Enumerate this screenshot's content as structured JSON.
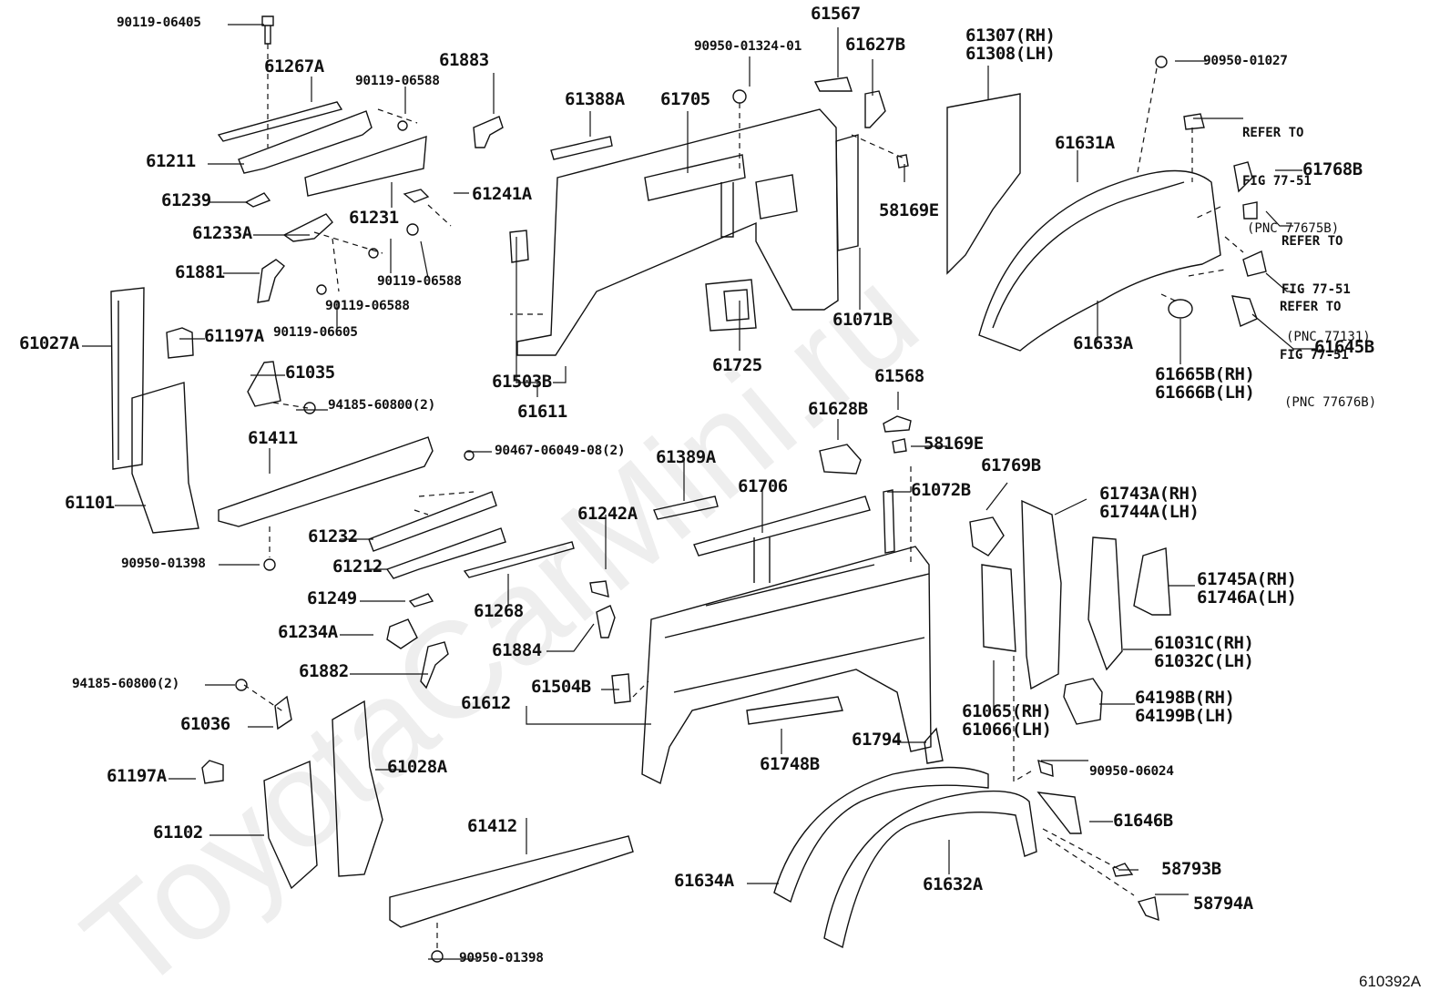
{
  "diagram": {
    "type": "exploded-parts-diagram",
    "watermark": "ToyotaCarMini.ru",
    "figure_id": "610392A",
    "labels": {
      "p90119_06405": "90119-06405",
      "p61267A": "61267A",
      "p90119_06588_a": "90119-06588",
      "p61883": "61883",
      "p61211": "61211",
      "p61239": "61239",
      "p61231": "61231",
      "p61241A": "61241A",
      "p61233A": "61233A",
      "p90119_06588_b": "90119-06588",
      "p61881": "61881",
      "p90119_06588_c": "90119-06588",
      "p90119_06605": "90119-06605",
      "p61027A": "61027A",
      "p61197A_a": "61197A",
      "p61035": "61035",
      "p94185_60800_a": "94185-60800(2)",
      "p61101": "61101",
      "p61411": "61411",
      "p90950_01398_a": "90950-01398",
      "p90467_06049_08": "90467-06049-08(2)",
      "p61232": "61232",
      "p61212": "61212",
      "p61249": "61249",
      "p61234A": "61234A",
      "p61882": "61882",
      "p94185_60800_b": "94185-60800(2)",
      "p61036": "61036",
      "p61197A_b": "61197A",
      "p61028A": "61028A",
      "p61102": "61102",
      "p61412": "61412",
      "p90950_01398_b": "90950-01398",
      "p61567": "61567",
      "p90950_01324_01": "90950-01324-01",
      "p61627B": "61627B",
      "p61388A": "61388A",
      "p61705": "61705",
      "p58169E_a": "58169E",
      "p61071B": "61071B",
      "p61725": "61725",
      "p61503B": "61503B",
      "p61611": "61611",
      "p61568": "61568",
      "p61628B": "61628B",
      "p58169E_b": "58169E",
      "p61389A": "61389A",
      "p61706": "61706",
      "p61242A": "61242A",
      "p61072B": "61072B",
      "p61268": "61268",
      "p61884": "61884",
      "p61504B": "61504B",
      "p61612": "61612",
      "p61748B": "61748B",
      "p61794": "61794",
      "p61634A": "61634A",
      "p61632A": "61632A",
      "p61307_61308": "61307(RH)\n61308(LH)",
      "p90950_01027": "90950-01027",
      "p61631A": "61631A",
      "p61633A": "61633A",
      "p61768B": "61768B",
      "p61645B": "61645B",
      "p61665B_61666B": "61665B(RH)\n61666B(LH)",
      "p61769B": "61769B",
      "p61743A_61744A": "61743A(RH)\n61744A(LH)",
      "p61745A_61746A": "61745A(RH)\n61746A(LH)",
      "p61031C_61032C": "61031C(RH)\n61032C(LH)",
      "p64198B_64199B": "64198B(RH)\n64199B(LH)",
      "p61065_61066": "61065(RH)\n61066(LH)",
      "p90950_06024": "90950-06024",
      "p61646B": "61646B",
      "p58793B": "58793B",
      "p58794A": "58794A"
    },
    "refs": [
      {
        "head": "REFER TO",
        "fig": "FIG 77-51",
        "pnc": "(PNC 77675B)"
      },
      {
        "head": "REFER TO",
        "fig": "FIG 77-51",
        "pnc": "(PNC 77131)"
      },
      {
        "head": "REFER TO",
        "fig": "FIG 77-51",
        "pnc": "(PNC 77676B)"
      }
    ]
  }
}
